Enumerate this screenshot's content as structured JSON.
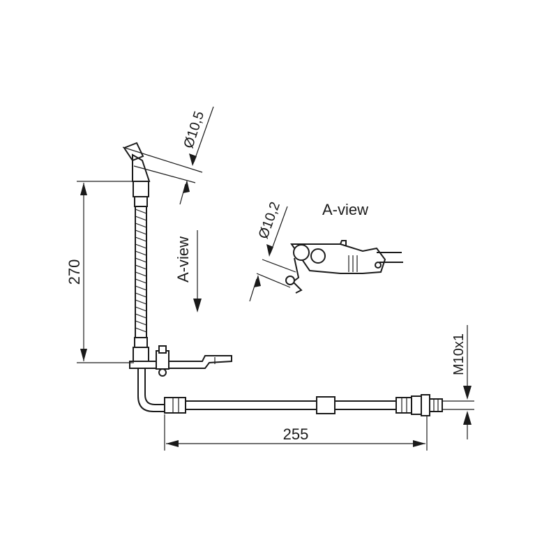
{
  "drawing": {
    "dimension_vertical_length": "270",
    "dimension_horizontal_length": "255",
    "dimension_top_fitting_diameter": "Ø10,5",
    "dimension_detail_diameter": "Ø10,2",
    "dimension_thread": "M10x1",
    "view_arrow_label": "A-view",
    "detail_view_label": "A-view"
  },
  "colors": {
    "line": "#1a1a1a",
    "background": "#ffffff"
  }
}
